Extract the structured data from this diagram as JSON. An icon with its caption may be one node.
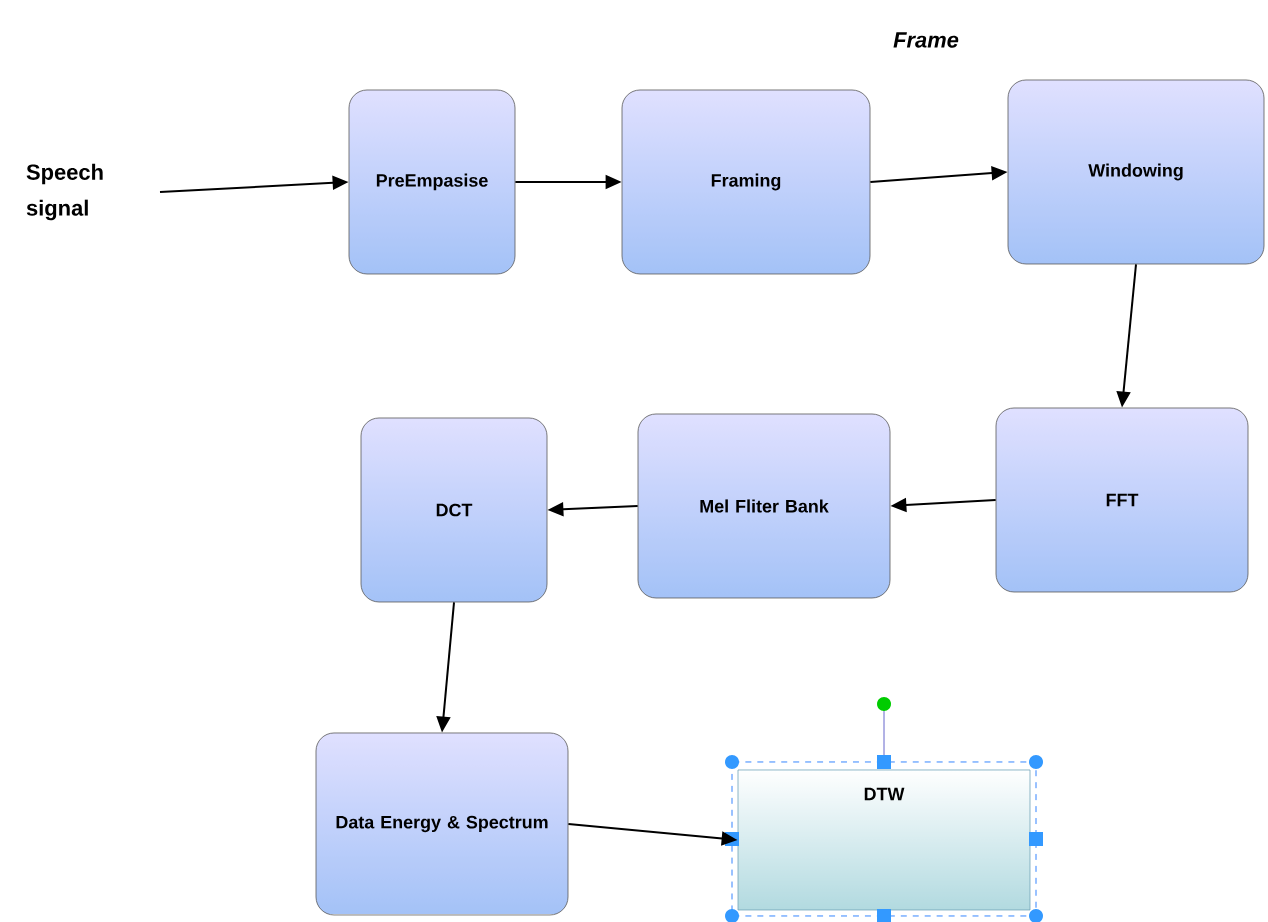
{
  "diagram": {
    "nodes": [
      {
        "text": [
          "Speech signal"
        ]
      },
      {
        "text": [
          "PreEmpasise"
        ]
      },
      {
        "text": [
          "Framing"
        ]
      },
      {
        "text": [
          "Windowing"
        ]
      },
      {
        "text": [
          "FFT"
        ]
      },
      {
        "text": [
          "Mel Fliter Bank"
        ]
      },
      {
        "text": [
          "DCT"
        ]
      },
      {
        "text": [
          "Data Energy & Spectrum"
        ]
      },
      {
        "text": [
          "DTW"
        ]
      }
    ],
    "edges": [
      {
        "from": null,
        "to": 1,
        "arrow": "to"
      },
      {
        "from": 1,
        "to": 2,
        "arrow": "to"
      },
      {
        "from": 2,
        "to": 3,
        "arrow": "to"
      },
      {
        "from": 3,
        "to": 4,
        "arrow": "to"
      },
      {
        "from": 4,
        "to": 5,
        "arrow": "to"
      },
      {
        "from": 5,
        "to": 6,
        "arrow": "to"
      },
      {
        "from": 6,
        "to": 7,
        "arrow": "to"
      },
      {
        "from": 7,
        "to": 8,
        "arrow": "to"
      }
    ],
    "labels": [
      "Frame"
    ]
  }
}
